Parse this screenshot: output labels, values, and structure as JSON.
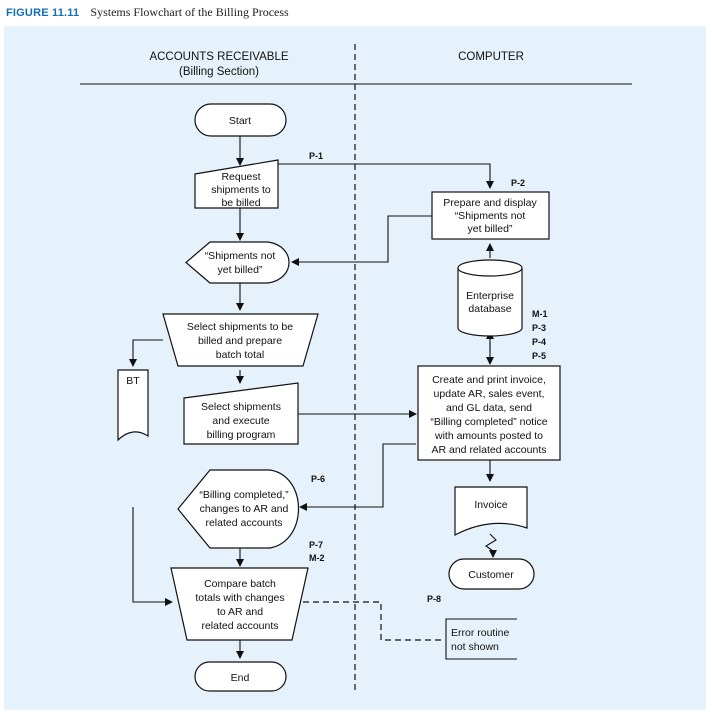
{
  "figure": {
    "number": "FIGURE 11.11",
    "title": "Systems Flowchart of the Billing Process"
  },
  "columns": {
    "left_title": "ACCOUNTS RECEIVABLE",
    "left_subtitle": "(Billing Section)",
    "right_title": "COMPUTER"
  },
  "shapes": {
    "start": "Start",
    "request": [
      "Request",
      "shipments to",
      "be billed"
    ],
    "prepare_display": [
      "Prepare and display",
      "“Shipments not",
      "yet billed”"
    ],
    "shipments_display": [
      "“Shipments not",
      "yet billed”"
    ],
    "database": [
      "Enterprise",
      "database"
    ],
    "select_batch": [
      "Select shipments to be",
      "billed and prepare",
      "batch total"
    ],
    "bt": "BT",
    "select_execute": [
      "Select shipments",
      "and execute",
      "billing program"
    ],
    "create_print": [
      "Create and print invoice,",
      "update AR, sales event,",
      "and GL data, send",
      "“Billing completed” notice",
      "with amounts posted to",
      "AR and related accounts"
    ],
    "billing_completed": [
      "“Billing completed,”",
      "changes to AR and",
      "related accounts"
    ],
    "invoice": "Invoice",
    "customer": "Customer",
    "compare": [
      "Compare batch",
      "totals with changes",
      "to AR and",
      "related accounts"
    ],
    "error": [
      "Error routine",
      "not shown"
    ],
    "end": "End"
  },
  "labels": {
    "p1": "P-1",
    "p2": "P-2",
    "m1": "M-1",
    "p3": "P-3",
    "p4": "P-4",
    "p5": "P-5",
    "p6": "P-6",
    "p7": "P-7",
    "m2": "M-2",
    "p8": "P-8"
  },
  "colors": {
    "panel": "#e5f2fb",
    "figure_number": "#0f6fb8"
  }
}
